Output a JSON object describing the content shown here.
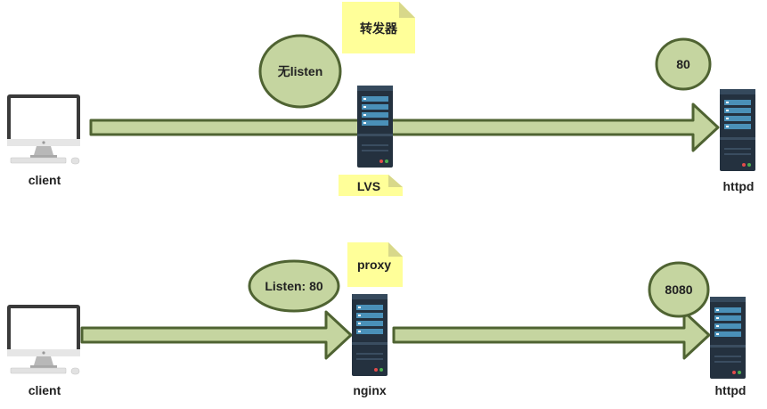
{
  "colors": {
    "arrow_fill": "#c5d5a0",
    "arrow_stroke": "#4f6332",
    "bubble_fill": "#c5d5a0",
    "bubble_stroke": "#4f6332",
    "note_fill": "#ffff99",
    "note_fold": "#d8d88a",
    "server_body": "#24313f",
    "server_panel": "#4a90b8"
  },
  "top_scenario": {
    "client_label": "client",
    "forwarder_note": "转发器",
    "no_listen_bubble": "无listen",
    "lvs_label": "LVS",
    "port_bubble": "80",
    "server_label": "httpd"
  },
  "bottom_scenario": {
    "client_label": "client",
    "proxy_note": "proxy",
    "listen_bubble": "Listen: 80",
    "nginx_label": "nginx",
    "port_bubble": "8080",
    "server_label": "httpd"
  }
}
